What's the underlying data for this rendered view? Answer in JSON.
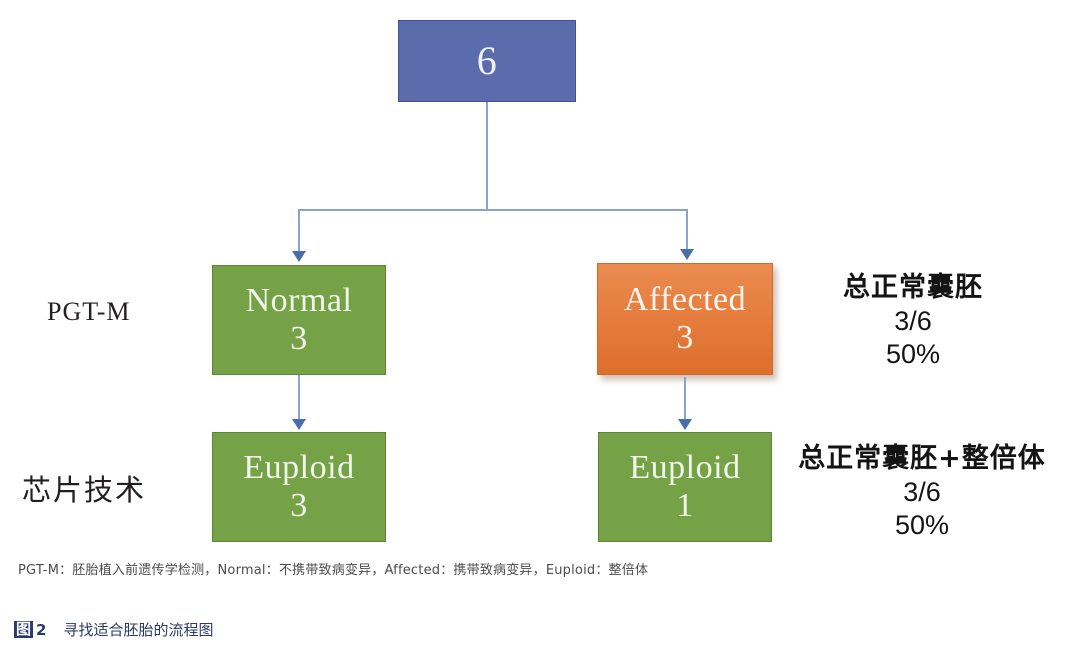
{
  "figure": {
    "root": {
      "label": "6"
    },
    "nodes": [
      {
        "id": "normal",
        "label": "Normal",
        "count": "3"
      },
      {
        "id": "affected",
        "label": "Affected",
        "count": "3"
      },
      {
        "id": "euploid_left",
        "label": "Euploid",
        "count": "3"
      },
      {
        "id": "euploid_right",
        "label": "Euploid",
        "count": "1"
      }
    ],
    "stages": [
      {
        "id": "pgtm",
        "label": "PGT-M"
      },
      {
        "id": "chip",
        "label": "芯片技术"
      }
    ],
    "annotations": [
      {
        "id": "total_normal",
        "head": "总正常囊胚",
        "ratio": "3/6",
        "percent": "50%"
      },
      {
        "id": "total_normal_euploid",
        "head": "总正常囊胚+整倍体",
        "ratio": "3/6",
        "percent": "50%"
      }
    ],
    "footnote": "PGT-M：胚胎植入前遗传学检测，Normal：不携带致病变异，Affected：携带致病变异，Euploid：整倍体",
    "caption": {
      "tag": "图",
      "number": "2",
      "text": "寻找适合胚胎的流程图"
    },
    "colors": {
      "root_fill": "#5c6bab",
      "green_fill": "#76a247",
      "orange_fill": "#e57e3f",
      "connector": "#8aa2cf",
      "arrow": "#4a6fae",
      "caption_accent": "#2b3a66"
    }
  }
}
